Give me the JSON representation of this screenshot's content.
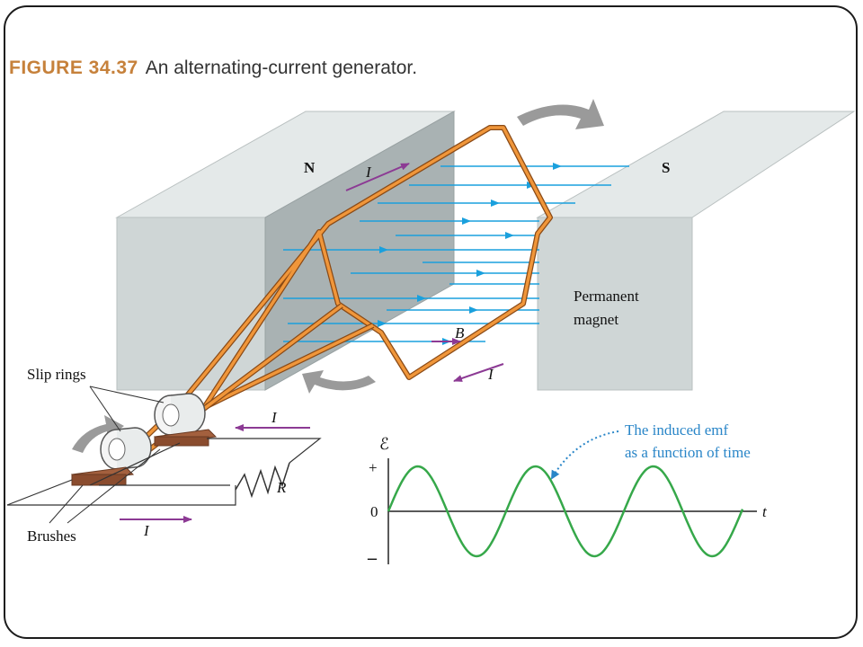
{
  "caption": {
    "figure_number": "FIGURE 34.37",
    "title": "An alternating-current generator."
  },
  "diagram": {
    "pole_north": "N",
    "pole_south": "S",
    "permanent_magnet_line1": "Permanent",
    "permanent_magnet_line2": "magnet",
    "field_symbol": "B",
    "current_symbol": "I",
    "slip_rings": "Slip rings",
    "brushes": "Brushes",
    "resistor": "R"
  },
  "emf_graph": {
    "y_symbol": "ℰ",
    "plus": "+",
    "zero": "0",
    "minus": "–",
    "x_symbol": "t",
    "annotation_line1": "The induced emf",
    "annotation_line2": "as a function of time",
    "curve": "sine"
  },
  "colors": {
    "magnet_front": "#cfd6d6",
    "magnet_top": "#e4e9e9",
    "magnet_side": "#a9b2b3",
    "coil": "#e8862a",
    "field_lines": "#1aa0dd",
    "current_arrows": "#8c3a94",
    "emf_curve": "#36a84a",
    "annotation": "#2a86c8",
    "brush": "#a3603e",
    "motion_arrow": "#9a9a9a",
    "caption_number": "#c6813b"
  }
}
